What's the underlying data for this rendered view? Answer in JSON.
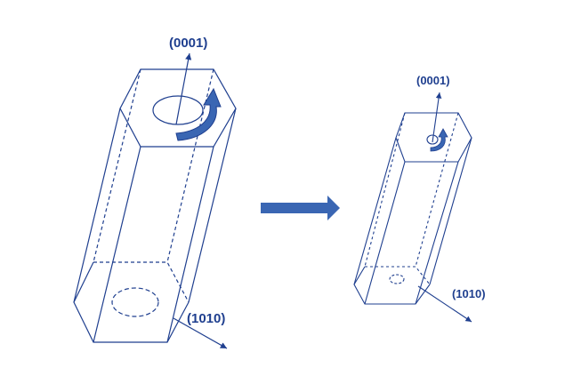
{
  "labels": {
    "large_top": "(0001)",
    "large_bottom": "(1010)",
    "small_top": "(0001)",
    "small_bottom": "(1010)"
  },
  "colors": {
    "line": "#1f3f8f",
    "arrow_fill": "#3a66b3",
    "background": "#ffffff"
  }
}
